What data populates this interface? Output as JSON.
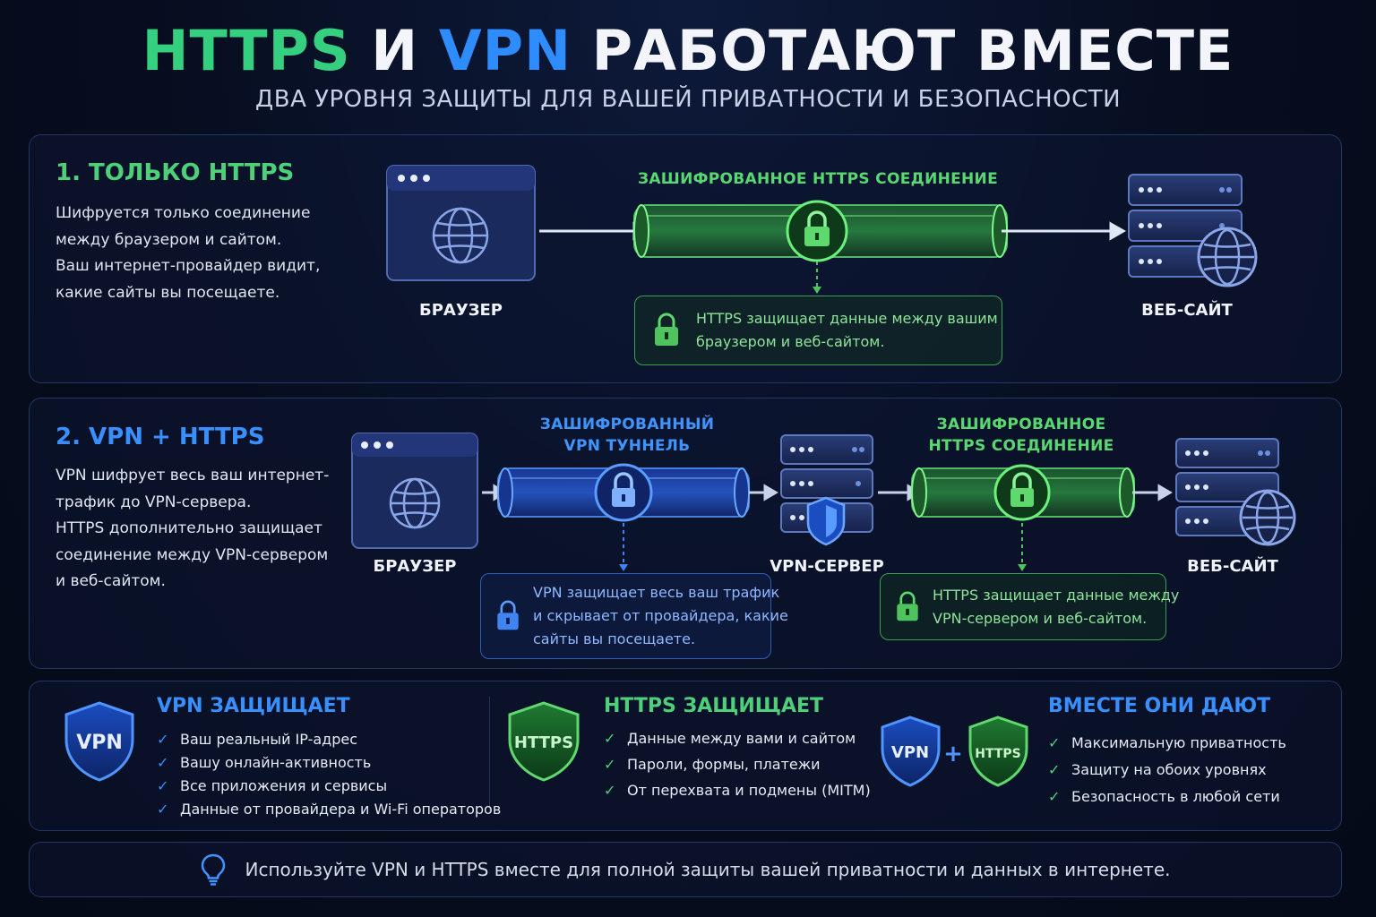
{
  "header": {
    "title_part1": "HTTPS",
    "title_part2": "И",
    "title_part3": "VPN",
    "title_part4": "РАБОТАЮТ ВМЕСТЕ",
    "subtitle": "ДВА УРОВНЯ ЗАЩИТЫ ДЛЯ ВАШЕЙ ПРИВАТНОСТИ И БЕЗОПАСНОСТИ"
  },
  "section1": {
    "title": "1. ТОЛЬКО HTTPS",
    "description": [
      "Шифруется только соединение",
      "между браузером и сайтом.",
      "Ваш интернет-провайдер видит,",
      "какие сайты вы посещаете."
    ],
    "browser_label": "БРАУЗЕР",
    "website_label": "ВЕБ-САЙТ",
    "tube_label": "ЗАШИФРОВАННОЕ HTTPS СОЕДИНЕНИЕ",
    "note": [
      "HTTPS защищает данные между вашим",
      "браузером и веб-сайтом."
    ]
  },
  "section2": {
    "title": "2. VPN + HTTPS",
    "description": [
      "VPN шифрует весь ваш интернет-",
      "трафик до VPN-сервера.",
      "HTTPS дополнительно защищает",
      "соединение между VPN-сервером",
      "и веб-сайтом."
    ],
    "browser_label": "БРАУЗЕР",
    "vpn_server_label": "VPN-СЕРВЕР",
    "website_label": "ВЕБ-САЙТ",
    "vpn_tube_label": [
      "ЗАШИФРОВАННЫЙ",
      "VPN ТУННЕЛЬ"
    ],
    "https_tube_label": [
      "ЗАШИФРОВАННОЕ",
      "HTTPS СОЕДИНЕНИЕ"
    ],
    "vpn_note": [
      "VPN защищает весь ваш трафик",
      "и скрывает от провайдера, какие",
      "сайты вы посещаете."
    ],
    "https_note": [
      "HTTPS защищает данные между",
      "VPN-сервером и веб-сайтом."
    ]
  },
  "summary": {
    "vpn": {
      "badge": "VPN",
      "title": "VPN ЗАЩИЩАЕТ",
      "items": [
        "Ваш реальный IP-адрес",
        "Вашу онлайн-активность",
        "Все приложения и сервисы",
        "Данные от провайдера и Wi-Fi операторов"
      ]
    },
    "https": {
      "badge": "HTTPS",
      "title": "HTTPS ЗАЩИЩАЕТ",
      "items": [
        "Данные между вами и сайтом",
        "Пароли, формы, платежи",
        "От перехвата и подмены (MITM)"
      ]
    },
    "together": {
      "badge_vpn": "VPN",
      "plus": "+",
      "badge_https": "HTTPS",
      "title": "ВМЕСТЕ ОНИ ДАЮТ",
      "items": [
        "Максимальную приватность",
        "Защиту на обоих уровнях",
        "Безопасность в любой сети"
      ]
    },
    "check_glyph": "✓"
  },
  "tip": {
    "text": "Используйте VPN и HTTPS вместе для полной защиты вашей приватности и данных в интернете."
  },
  "colors": {
    "green": "#35d07f",
    "blue": "#2f8cff",
    "background": "#070d1f"
  },
  "icons": [
    "browser-window-icon",
    "globe-icon",
    "server-icon",
    "lock-icon",
    "shield-icon",
    "check-icon",
    "lightbulb-icon"
  ]
}
